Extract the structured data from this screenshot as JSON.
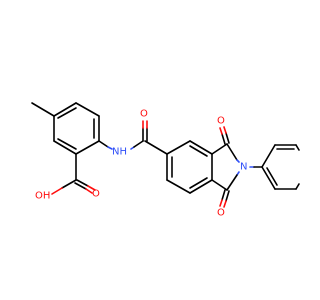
{
  "molecule": {
    "colors": {
      "bond": "#000000",
      "oxygen": "#ff0d0d",
      "nitrogen": "#3050f8"
    },
    "atom_labels": {
      "nh": "NH",
      "oh": "OH",
      "o_acid": "O",
      "o_amide": "O",
      "o_imide_top": "O",
      "o_imide_bottom": "O",
      "n_imide": "N",
      "o_ether": "O"
    }
  }
}
